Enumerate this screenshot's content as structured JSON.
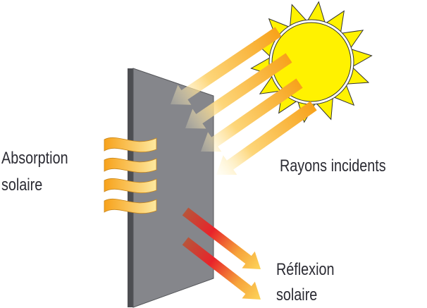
{
  "labels": {
    "absorption_line1": "Absorption",
    "absorption_line2": "solaire",
    "incident": "Rayons incidents",
    "reflection_line1": "Réflexion",
    "reflection_line2": "solaire"
  },
  "colors": {
    "panel_face": "#85868b",
    "panel_edge": "#4d4e52",
    "sun": "#fff200",
    "sun_outline": "#333333",
    "incident_head": "#f7a21b",
    "incident_tail": "#fde9a0",
    "reflect_tail": "#b8553a",
    "reflect_mid": "#e8232a",
    "reflect_head": "#fdd55a",
    "text": "#2b2b33"
  }
}
